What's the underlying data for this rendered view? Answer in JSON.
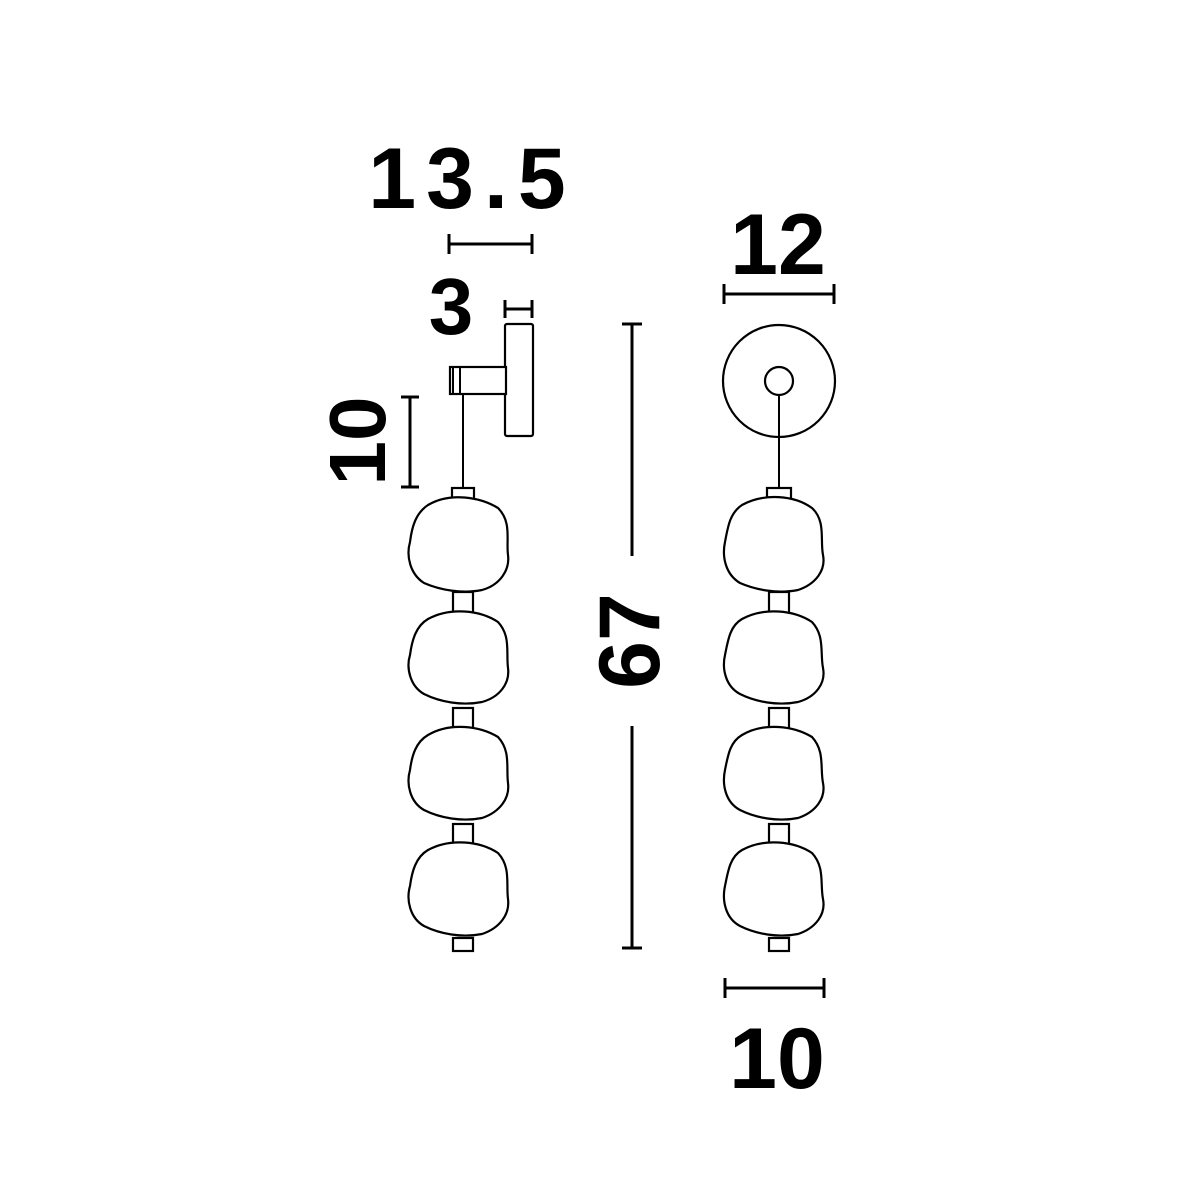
{
  "diagram": {
    "units_shown": "none",
    "dimensions": {
      "side_depth": "13.5",
      "plate_thickness": "3",
      "rod_length": "10",
      "total_height": "67",
      "plate_diameter": "12",
      "globe_diameter": "10"
    },
    "views": [
      "side-view",
      "front-view"
    ],
    "globe_count": 4,
    "colors": {
      "stroke": "#000000",
      "background": "#ffffff"
    }
  }
}
